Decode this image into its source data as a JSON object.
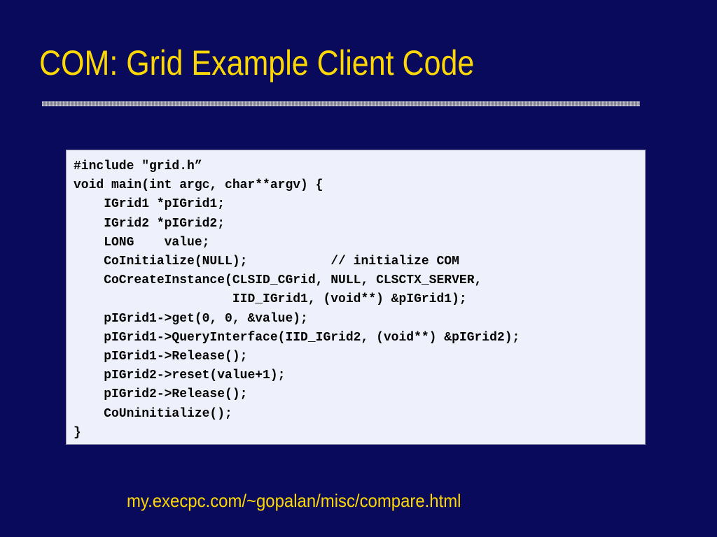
{
  "slide": {
    "title": "COM: Grid Example Client Code",
    "code_lines": [
      "#include \"grid.h”",
      "void main(int argc, char**argv) {",
      "    IGrid1 *pIGrid1;",
      "    IGrid2 *pIGrid2;",
      "    LONG    value;",
      "    CoInitialize(NULL);           // initialize COM",
      "    CoCreateInstance(CLSID_CGrid, NULL, CLSCTX_SERVER,",
      "                     IID_IGrid1, (void**) &pIGrid1);",
      "    pIGrid1->get(0, 0, &value);",
      "    pIGrid1->QueryInterface(IID_IGrid2, (void**) &pIGrid2);",
      "    pIGrid1->Release();",
      "    pIGrid2->reset(value+1);",
      "    pIGrid2->Release();",
      "    CoUninitialize();",
      "}"
    ],
    "footer_link": "my.execpc.com/~gopalan/misc/compare.html"
  },
  "colors": {
    "background": "#0a0a5c",
    "title": "#ffd700",
    "code_background": "#eef0fb",
    "code_text": "#000000",
    "link": "#ffd700"
  }
}
